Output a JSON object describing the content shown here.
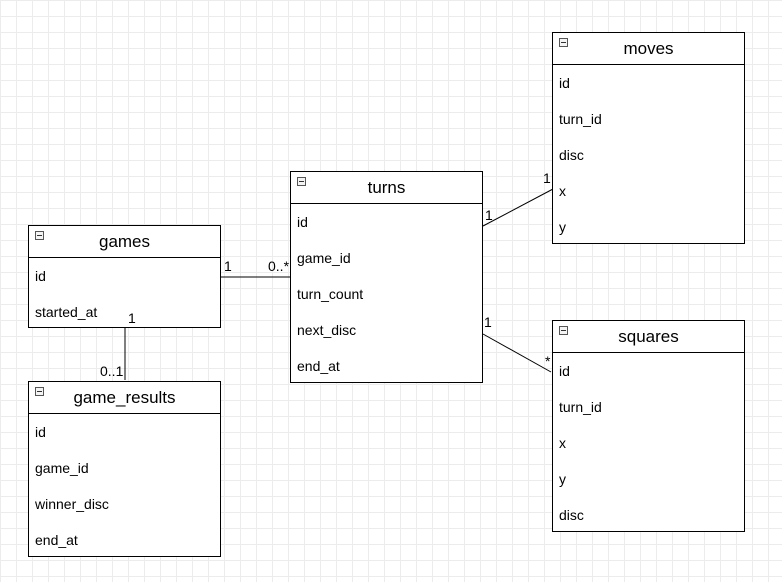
{
  "entities": {
    "games": {
      "title": "games",
      "fields": [
        "id",
        "started_at"
      ]
    },
    "game_results": {
      "title": "game_results",
      "fields": [
        "id",
        "game_id",
        "winner_disc",
        "end_at"
      ]
    },
    "turns": {
      "title": "turns",
      "fields": [
        "id",
        "game_id",
        "turn_count",
        "next_disc",
        "end_at"
      ]
    },
    "moves": {
      "title": "moves",
      "fields": [
        "id",
        "turn_id",
        "disc",
        "x",
        "y"
      ]
    },
    "squares": {
      "title": "squares",
      "fields": [
        "id",
        "turn_id",
        "x",
        "y",
        "disc"
      ]
    }
  },
  "relations": {
    "games_turns": {
      "source_label": "1",
      "target_label": "0..*"
    },
    "games_game_results": {
      "source_label": "1",
      "target_label": "0..1"
    },
    "turns_moves": {
      "source_label": "1",
      "target_label": "1"
    },
    "turns_squares": {
      "source_label": "1",
      "target_label": "*"
    }
  },
  "colors": {
    "grid": "#ececec",
    "line": "#000000",
    "background": "#ffffff"
  }
}
